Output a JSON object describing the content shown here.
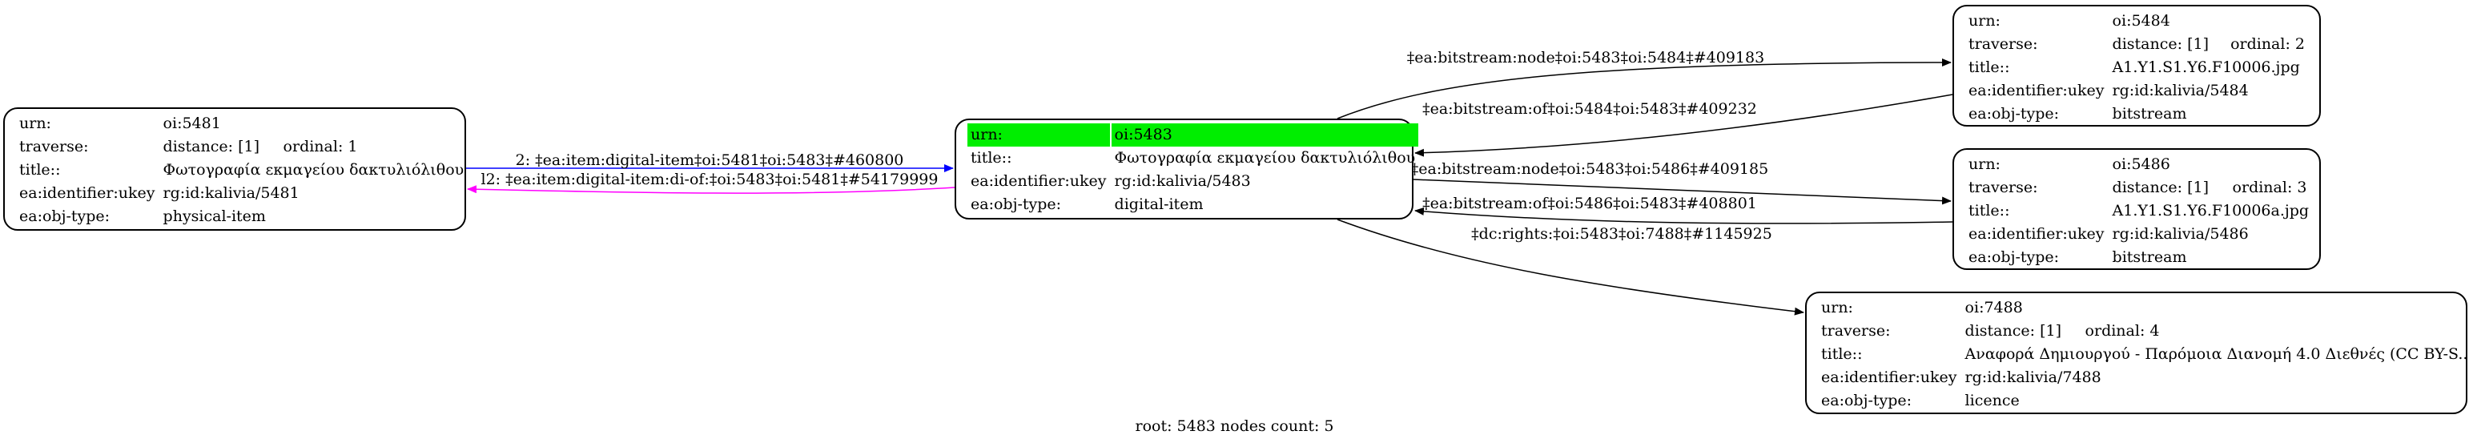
{
  "nodes": {
    "n5481": {
      "rows": [
        {
          "k": "urn:",
          "v": "oi:5481"
        },
        {
          "k": "traverse:",
          "v": "distance: [1]",
          "v2": "ordinal: 1"
        },
        {
          "k": "title::",
          "v": "Φωτογραφία εκμαγείου δακτυλιόλιθου"
        },
        {
          "k": "ea:identifier:ukey",
          "v": "rg:id:kalivia/5481"
        },
        {
          "k": "ea:obj-type:",
          "v": "physical-item"
        }
      ]
    },
    "n5483": {
      "rows": [
        {
          "k": "urn:",
          "v": "oi:5483"
        },
        {
          "k": "title::",
          "v": "Φωτογραφία εκμαγείου δακτυλιόλιθου"
        },
        {
          "k": "ea:identifier:ukey",
          "v": "rg:id:kalivia/5483"
        },
        {
          "k": "ea:obj-type:",
          "v": "digital-item"
        }
      ]
    },
    "n5484": {
      "rows": [
        {
          "k": "urn:",
          "v": "oi:5484"
        },
        {
          "k": "traverse:",
          "v": "distance: [1]",
          "v2": "ordinal: 2"
        },
        {
          "k": "title::",
          "v": "A1.Y1.S1.Y6.F10006.jpg"
        },
        {
          "k": "ea:identifier:ukey",
          "v": "rg:id:kalivia/5484"
        },
        {
          "k": "ea:obj-type:",
          "v": "bitstream"
        }
      ]
    },
    "n5486": {
      "rows": [
        {
          "k": "urn:",
          "v": "oi:5486"
        },
        {
          "k": "traverse:",
          "v": "distance: [1]",
          "v2": "ordinal: 3"
        },
        {
          "k": "title::",
          "v": "A1.Y1.S1.Y6.F10006a.jpg"
        },
        {
          "k": "ea:identifier:ukey",
          "v": "rg:id:kalivia/5486"
        },
        {
          "k": "ea:obj-type:",
          "v": "bitstream"
        }
      ]
    },
    "n7488": {
      "rows": [
        {
          "k": "urn:",
          "v": "oi:7488"
        },
        {
          "k": "traverse:",
          "v": "distance: [1]",
          "v2": "ordinal: 4"
        },
        {
          "k": "title::",
          "v": "Αναφορά Δημιουργού - Παρόμοια Διανομή 4.0 Διεθνές (CC BY-S..."
        },
        {
          "k": "ea:identifier:ukey",
          "v": "rg:id:kalivia/7488"
        },
        {
          "k": "ea:obj-type:",
          "v": "licence"
        }
      ]
    }
  },
  "edges": {
    "e1": "2: ‡ea:item:digital-item‡oi:5481‡oi:5483‡#460800",
    "e2": "l2: ‡ea:item:digital-item:di-of:‡oi:5483‡oi:5481‡#54179999",
    "e3": "‡ea:bitstream:node‡oi:5483‡oi:5484‡#409183",
    "e4": "‡ea:bitstream:of‡oi:5484‡oi:5483‡#409232",
    "e5": "‡ea:bitstream:node‡oi:5483‡oi:5486‡#409185",
    "e6": "‡ea:bitstream:of‡oi:5486‡oi:5483‡#408801",
    "e7": "‡dc:rights:‡oi:5483‡oi:7488‡#1145925"
  },
  "colors": {
    "highlight": "#00ee00",
    "blue_edge": "#0000ff",
    "magenta_edge": "#ff00ff",
    "black_edge": "#000000"
  },
  "footer": "root: 5483 nodes count: 5"
}
